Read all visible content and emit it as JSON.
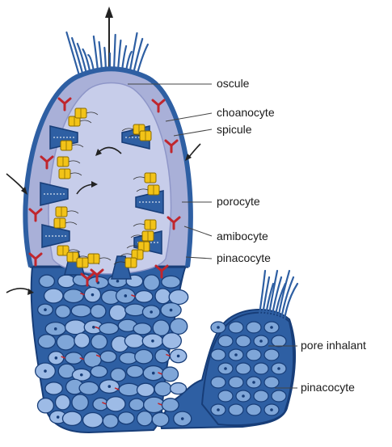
{
  "labels": {
    "oscule": "oscule",
    "choanocyte": "choanocyte",
    "spicule": "spicule",
    "porocyte": "porocyte",
    "amibocyte": "amibocyte",
    "pinacocyte_upper": "pinacocyte",
    "pore_inhalant": "pore inhalant",
    "pinacocyte_lower": "pinacocyte"
  },
  "colors": {
    "body_blue": "#2e5fa3",
    "cell_light": "#7fa6d8",
    "cell_edge": "#173d78",
    "cavity": "#c7cdea",
    "mesohyl": "#a9b0d8",
    "choanocyte_yellow": "#f2c318",
    "spicule_red": "#c0262d",
    "line": "#555555"
  }
}
